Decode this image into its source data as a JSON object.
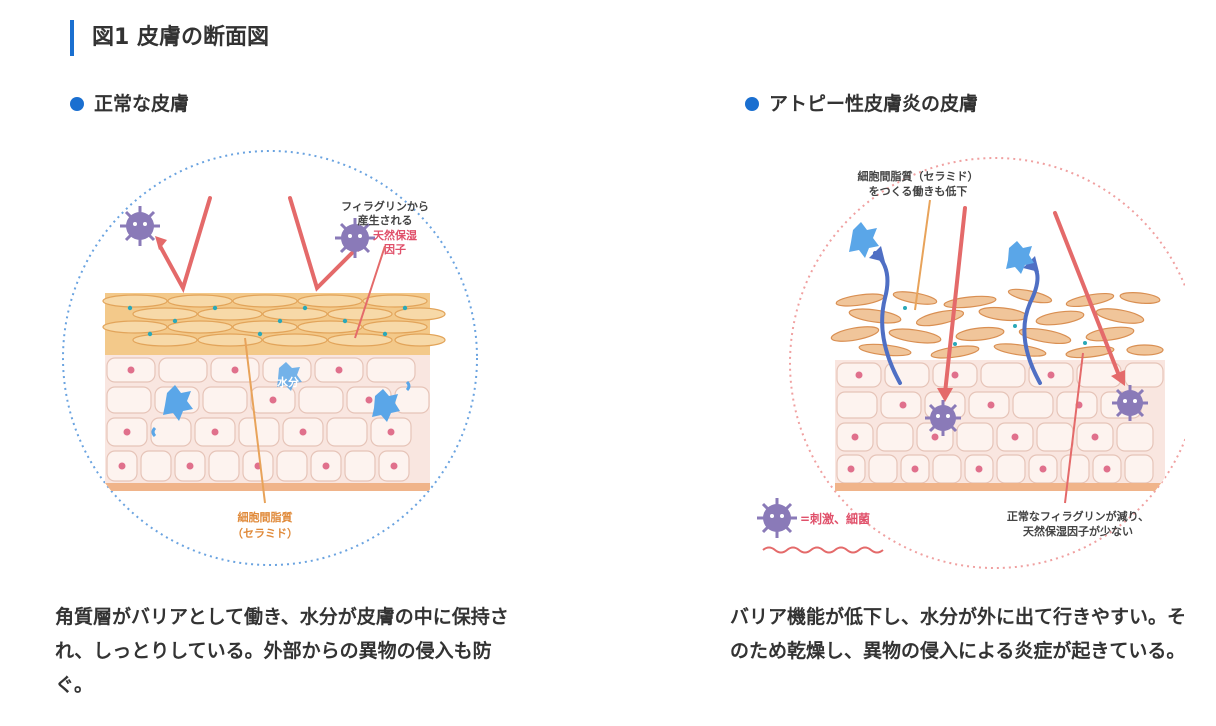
{
  "figure": {
    "title": "図1 皮膚の断面図"
  },
  "colors": {
    "accent_blue": "#1a6fd0",
    "arrow_red": "#e46a6a",
    "ceramide_orange": "#e8a35a",
    "germ_purple": "#8a7ab8",
    "water_blue": "#6aaee6"
  },
  "normal": {
    "heading": "正常な皮膚",
    "labels": {
      "filaggrin_line1": "フィラグリンから",
      "filaggrin_line2": "産生される",
      "nmf_line1": "天然保湿",
      "nmf_line2": "因子",
      "water": "水分",
      "ceramide_line1": "細胞間脂質",
      "ceramide_line2": "（セラミド）"
    },
    "caption": "角質層がバリアとして働き、水分が皮膚の中に保持され、しっとりしている。外部からの異物の侵入も防ぐ。"
  },
  "atopic": {
    "heading": "アトピー性皮膚炎の皮膚",
    "labels": {
      "ceramide_line1": "細胞間脂質（セラミド）",
      "ceramide_line2": "をつくる働きも低下",
      "filaggrin_line1": "正常なフィラグリンが減り、",
      "filaggrin_line2": "天然保湿因子が少ない",
      "legend": "=刺激、細菌"
    },
    "caption": "バリア機能が低下し、水分が外に出て行きやすい。そのため乾燥し、異物の侵入による炎症が起きている。"
  }
}
